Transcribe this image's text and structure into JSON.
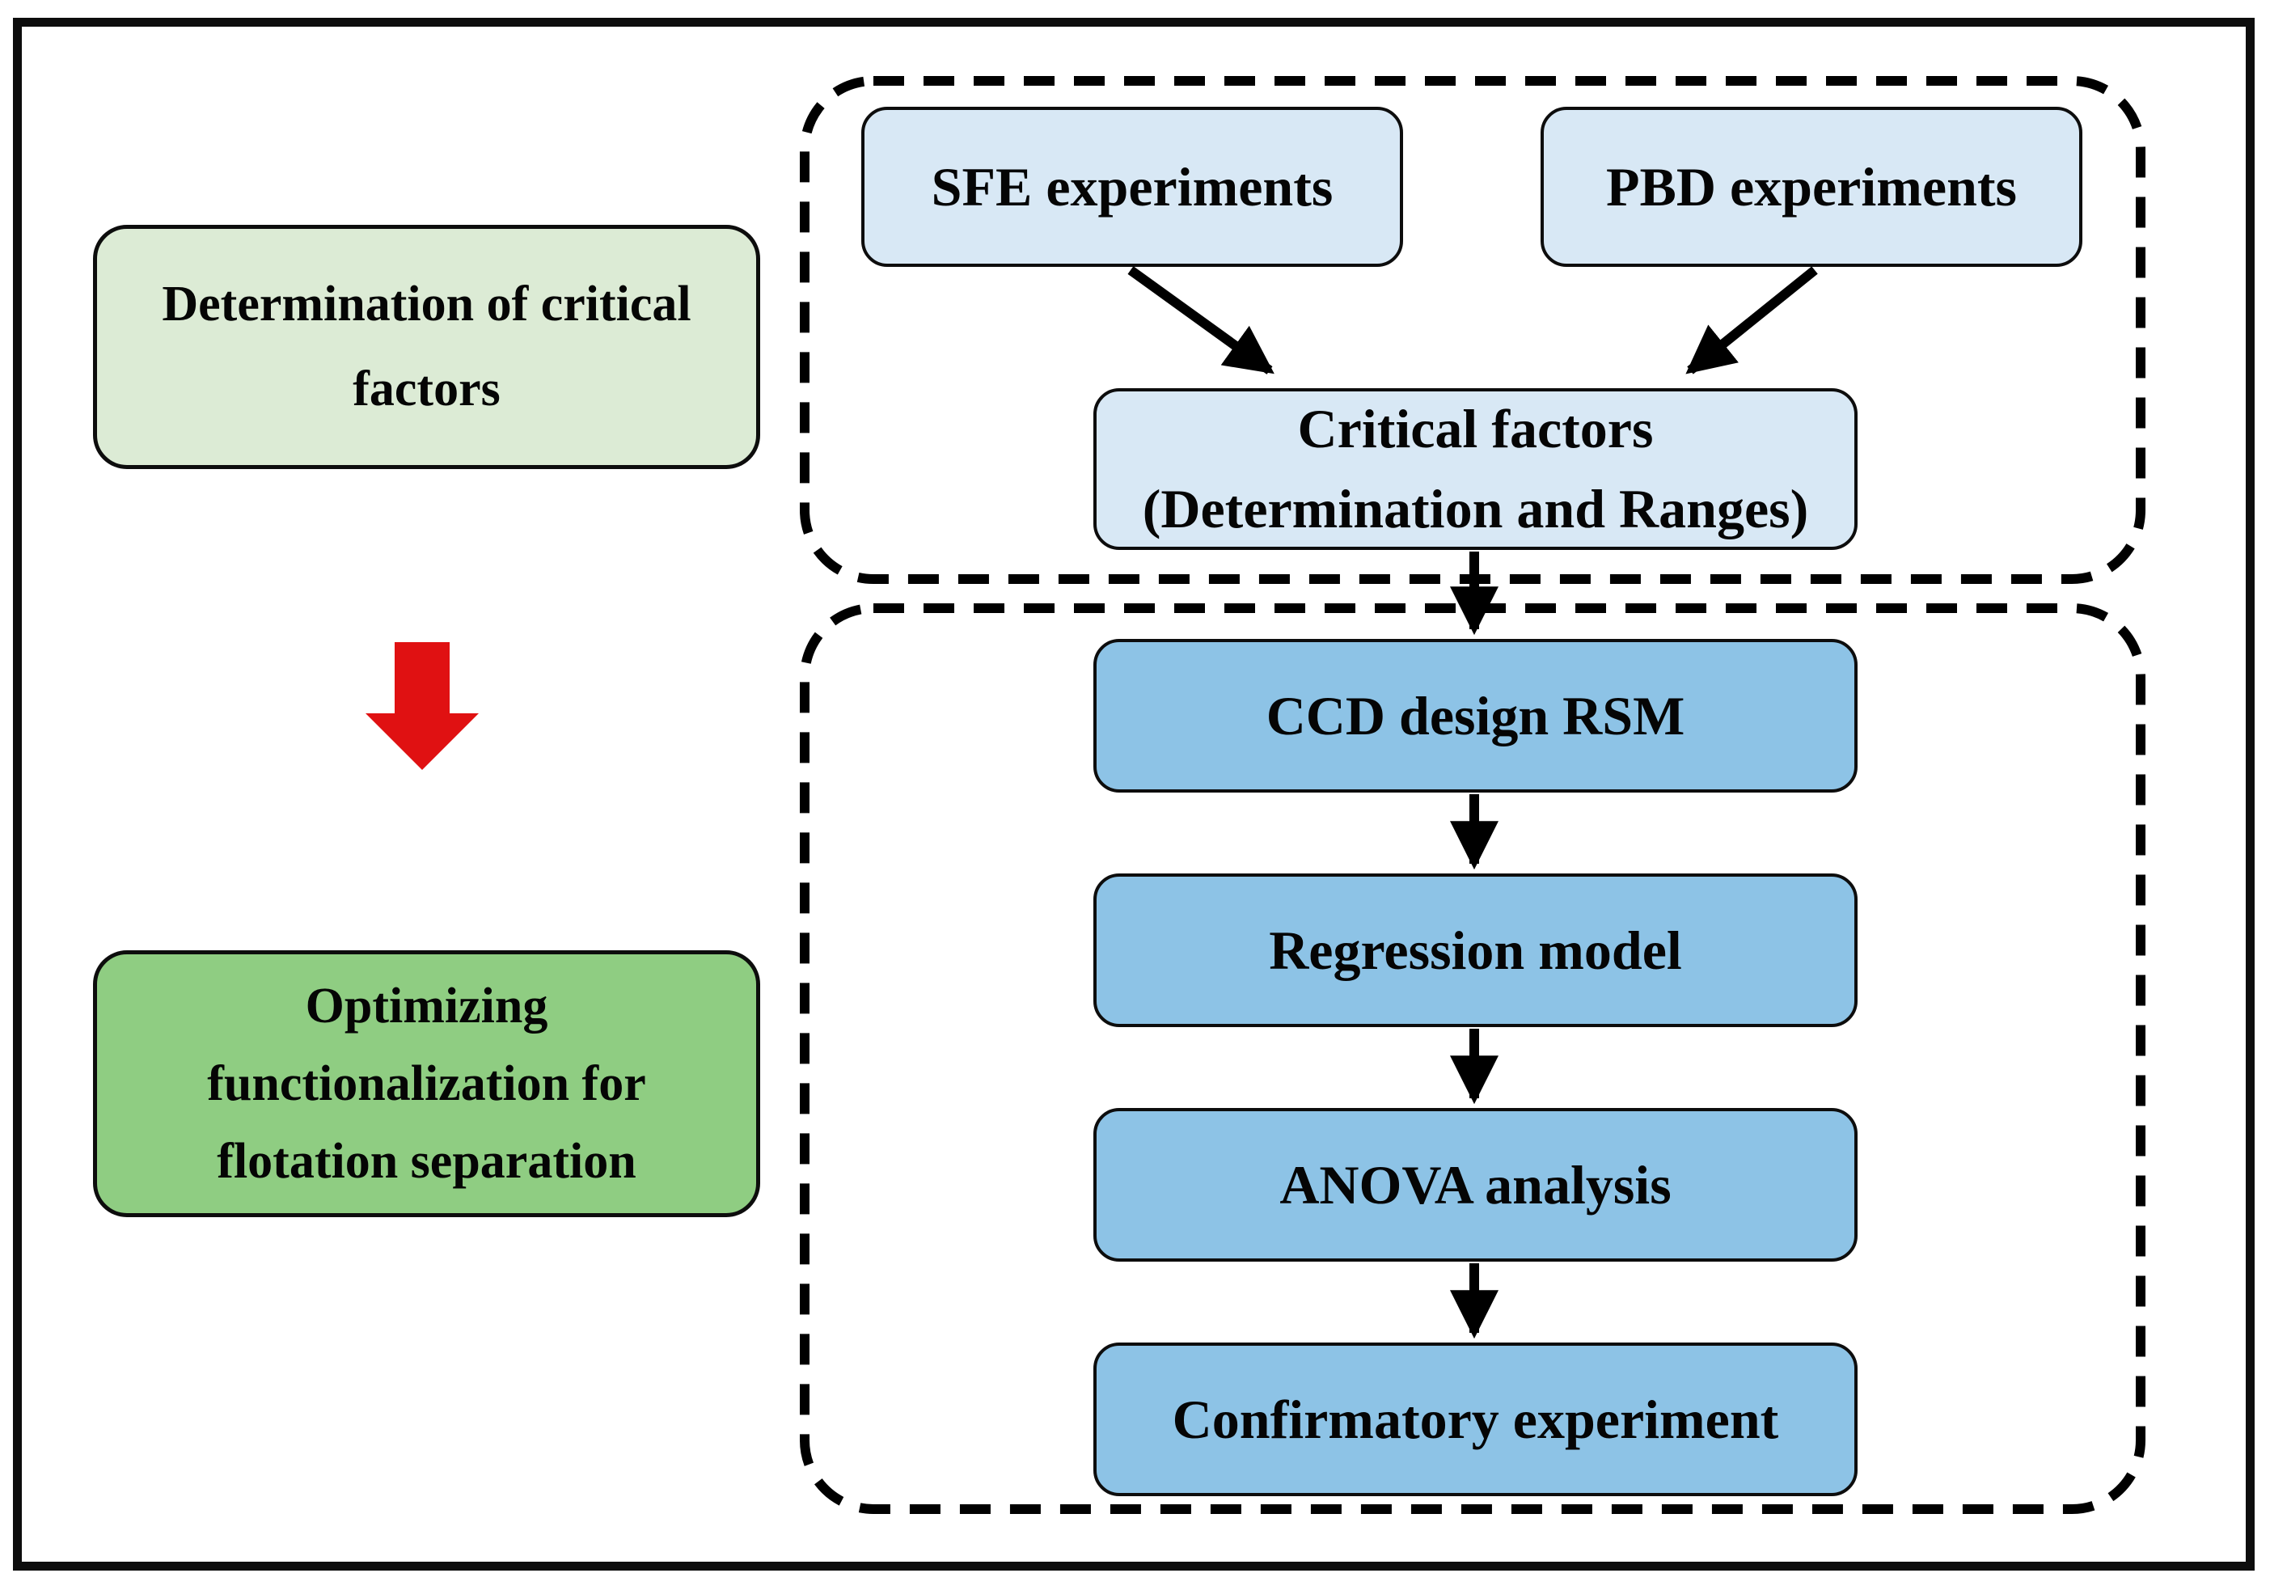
{
  "diagram_title": "",
  "colors": {
    "stage1_fill": "#dcebd5",
    "stage2_fill": "#8fcd82",
    "input_node_fill": "#d8e8f5",
    "process_node_fill": "#8dc3e6",
    "node_border": "#0d0d0d",
    "connector": "#000000",
    "red_arrow": "#e01112",
    "outer_frame": "#0d0d0d",
    "background": "#ffffff"
  },
  "left_column": {
    "determination_stage": {
      "lines": [
        "Determination of critical",
        "factors"
      ]
    },
    "optimizing_stage": {
      "lines": [
        "Optimizing",
        "functionalization for",
        "flotation separation"
      ]
    }
  },
  "determination_section": {
    "sfe_node": "SFE experiments",
    "pbd_node": "PBD experiments",
    "critical_factors_node": {
      "lines": [
        "Critical factors",
        "(Determination and Ranges)"
      ]
    }
  },
  "optimization_section": {
    "steps": [
      "CCD design RSM",
      "Regression model",
      "ANOVA analysis",
      "Confirmatory experiment"
    ]
  }
}
